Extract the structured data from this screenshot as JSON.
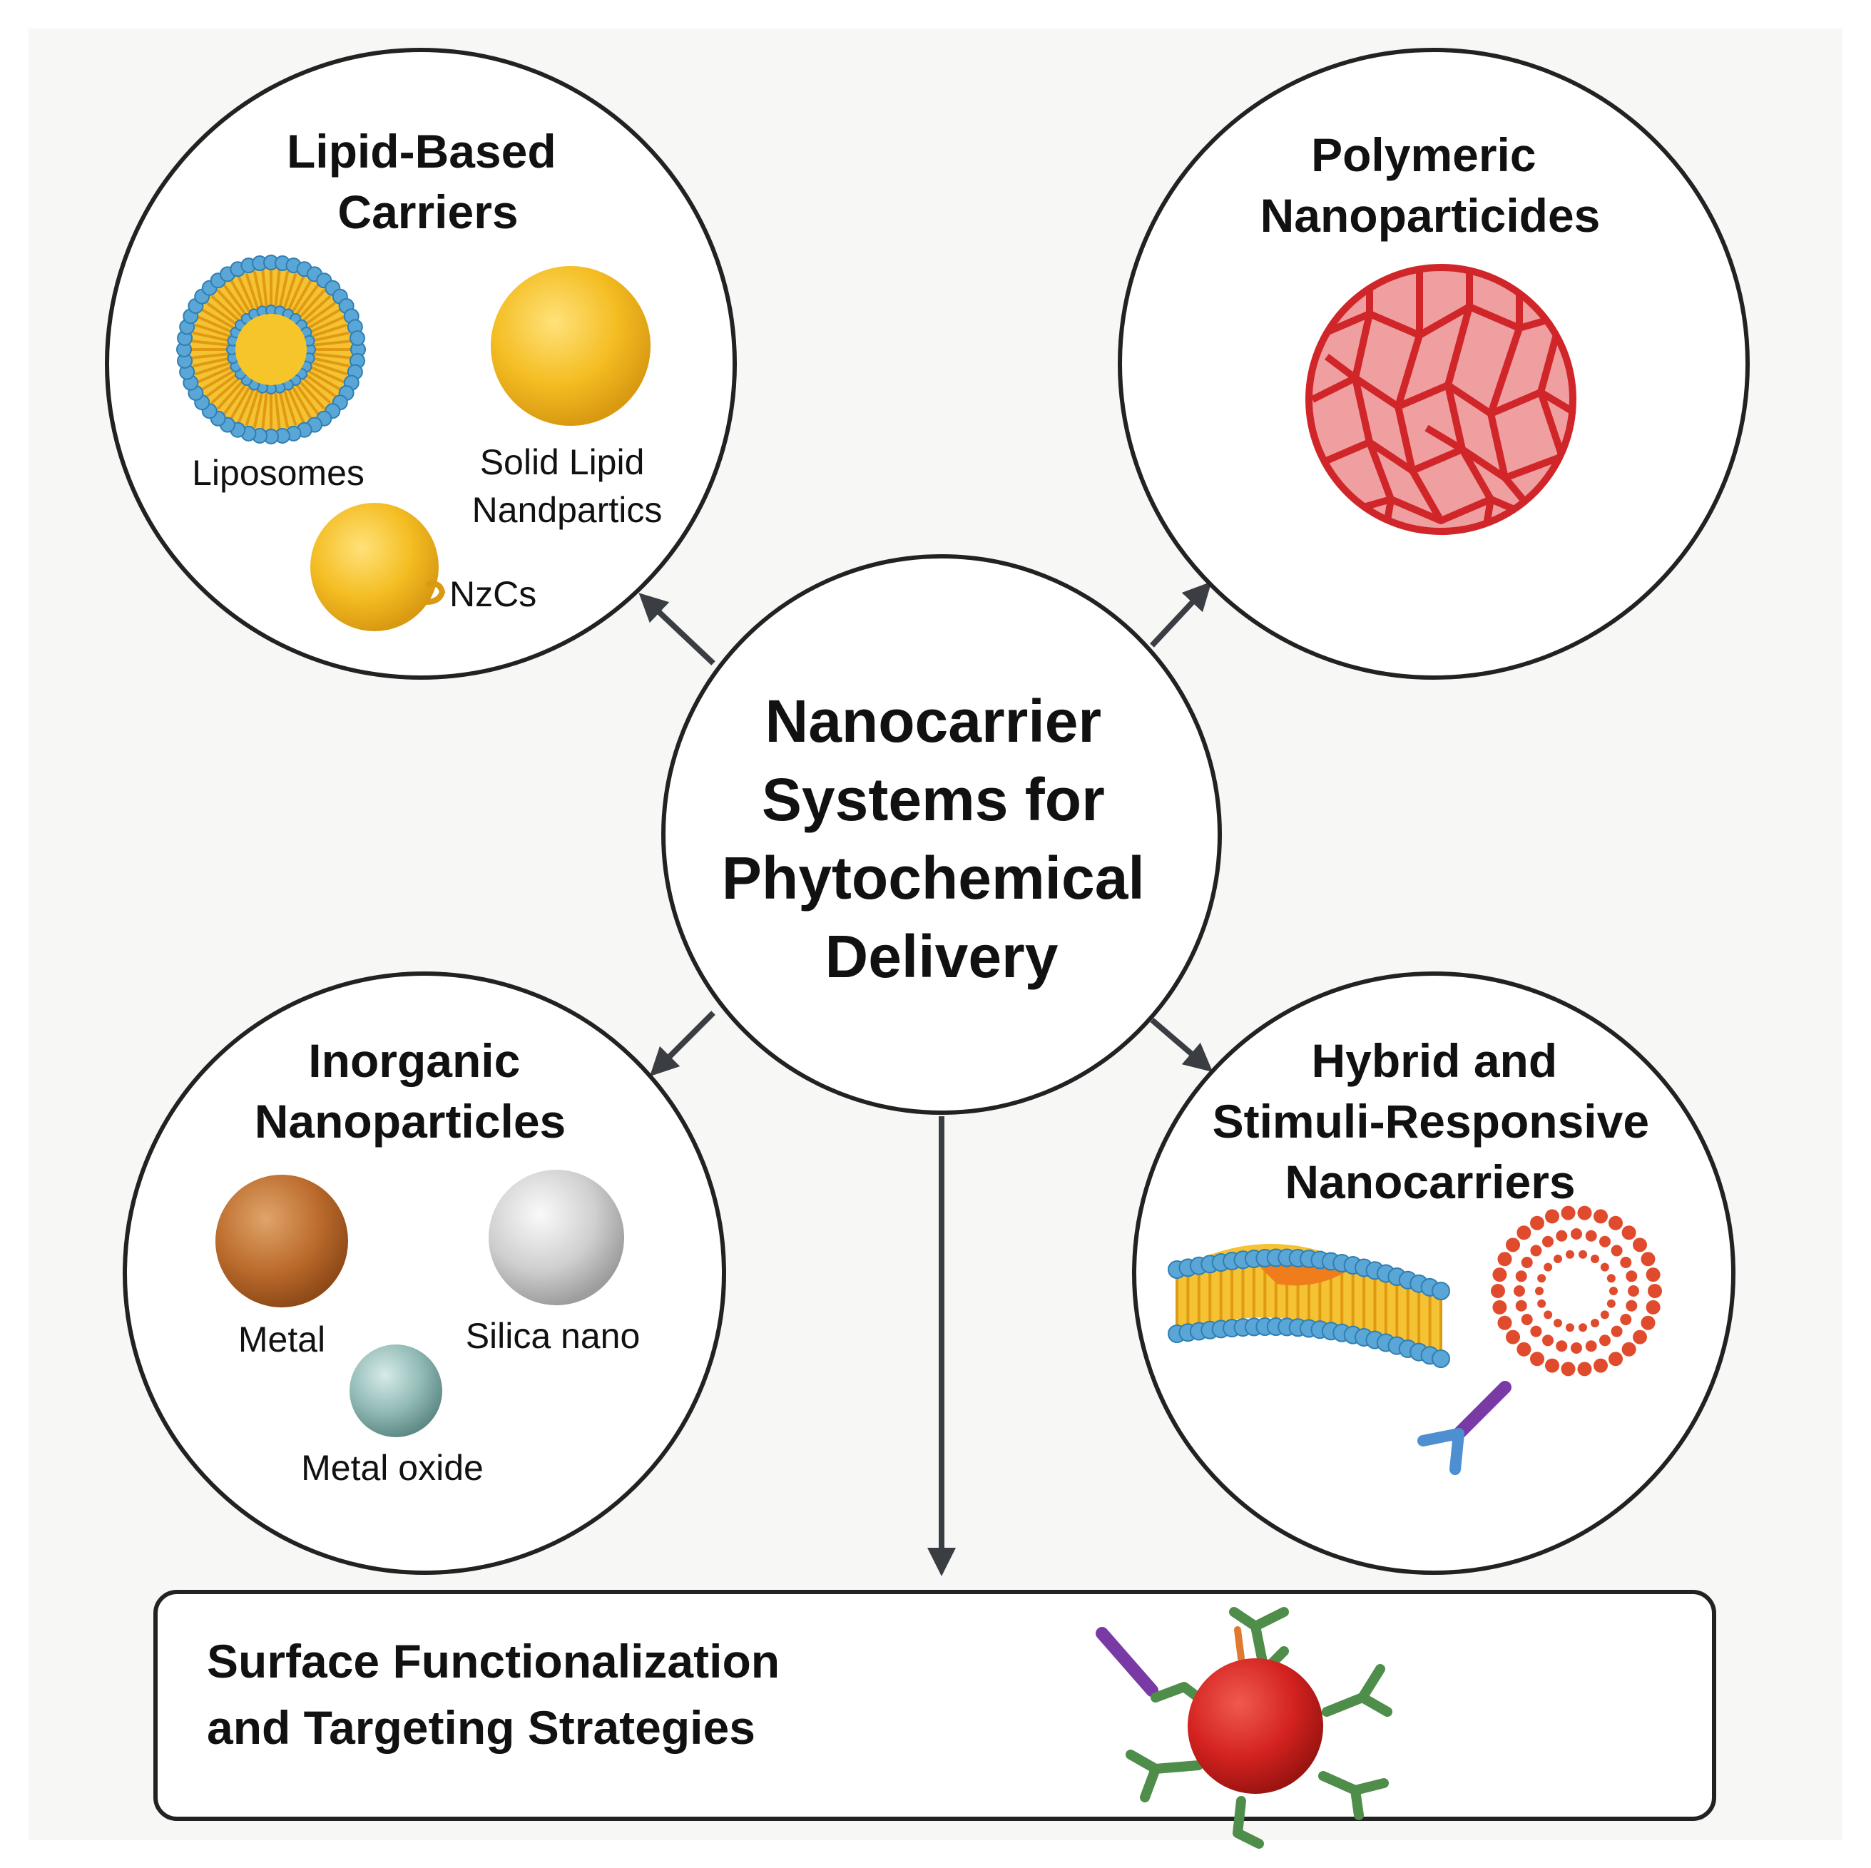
{
  "center": {
    "title_lines": [
      "Nanocarrier",
      "Systems for",
      "Phytochemical",
      "Delivery"
    ]
  },
  "lipid": {
    "title_lines": [
      "Lipid-Based",
      "Carriers"
    ],
    "liposomes_label": "Liposomes",
    "sln_label_lines": [
      "Solid Lipid",
      "Nandpartics"
    ],
    "nlc_label": "NzCs"
  },
  "polymeric": {
    "title_lines": [
      "Polymeric",
      "Nanoparticides"
    ]
  },
  "inorganic": {
    "title_lines": [
      "Inorganic",
      "Nanoparticles"
    ],
    "metal_label": "Metal",
    "silica_label": "Silica nano",
    "oxide_label": "Metal oxide"
  },
  "hybrid": {
    "title_lines": [
      "Hybrid and",
      "Stimuli-Responsive",
      "Nanocarriers"
    ]
  },
  "surface": {
    "title_lines": [
      "Surface Functionalization",
      "and Targeting Strategies"
    ]
  },
  "colors": {
    "panel_bg": "#f7f7f6",
    "outline": "#222222",
    "arrow": "#3a3d42",
    "lipid_yellow": "#f1b91e",
    "membrane_blue": "#5aa6d6",
    "polymer_red": "#d0262a",
    "polymer_fill": "#ef9fa0",
    "metal_copper": "#b8672a",
    "silica_grey": "#c4c4c4",
    "oxide_teal": "#8fb6b3",
    "ligand_green": "#4f8d4a",
    "antibody_purple": "#7a3aa5",
    "core_red": "#d3221f"
  },
  "icons": [
    "liposome-icon",
    "solid-lipid-nanoparticle-icon",
    "nlc-icon",
    "polymer-network-icon",
    "metal-nanoparticle-icon",
    "silica-nanoparticle-icon",
    "metal-oxide-nanoparticle-icon",
    "hybrid-membrane-icon",
    "dendrimer-ring-icon",
    "antibody-icon",
    "functionalized-nanoparticle-icon"
  ]
}
